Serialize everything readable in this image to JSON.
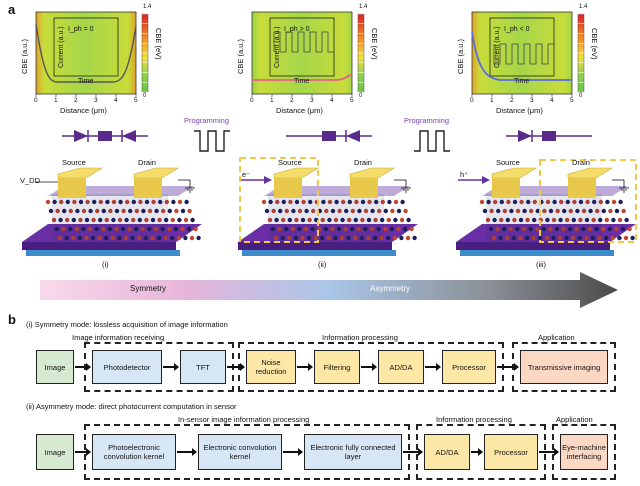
{
  "panel_a": {
    "letter": "a",
    "plots": [
      {
        "inset_label": "I_ph = 0",
        "inset_time": "Time",
        "inset_ylabel": "Current (a.u.)",
        "curve": "u-shape"
      },
      {
        "inset_label": "I_ph > 0",
        "inset_time": "Time",
        "inset_ylabel": "Current (a.u.)",
        "curve": "flat-pink"
      },
      {
        "inset_label": "I_ph < 0",
        "inset_time": "Time",
        "inset_ylabel": "Current (a.u.)",
        "curve": "decay"
      }
    ],
    "ylabel": "CBE (a.u.)",
    "xlabel": "Distance (μm)",
    "xticks": [
      "0",
      "1",
      "2",
      "3",
      "4",
      "5"
    ],
    "colorbar_label": "CBE (eV)",
    "colorbar_top": "1.4",
    "colorbar_bottom": "0",
    "programming_label": "Programming",
    "source_label": "Source",
    "drain_label": "Drain",
    "vdd_label": "V_DD",
    "electron_label": "e⁻",
    "hole_label": "h⁺",
    "device_labels": [
      "(i)",
      "(ii)",
      "(iii)"
    ],
    "gradient_labels": [
      "Symmetry",
      "Asymmetry"
    ]
  },
  "panel_b": {
    "letter": "b",
    "row1": {
      "title": "(i)   Symmetry mode: lossless acquisition of image information",
      "group_receiving": "Image information receiving",
      "group_processing": "Information processing",
      "group_application": "Application",
      "boxes": [
        "Image",
        "Photodetector",
        "TFT",
        "Noise reduction",
        "Filtering",
        "AD/DA",
        "Processor",
        "Transmissive imaging"
      ]
    },
    "row2": {
      "title": "(ii)   Asymmetry mode: direct photocurrent computation in sensor",
      "group_insensor": "In-sensor image information processing",
      "group_processing": "Information processing",
      "group_application": "Application",
      "boxes": [
        "Image",
        "Photoelectronic convolution kernel",
        "Electronic convolution kernel",
        "Electronic fully connected layer",
        "AD/DA",
        "Processor",
        "Eye-machine interfacing"
      ]
    }
  }
}
